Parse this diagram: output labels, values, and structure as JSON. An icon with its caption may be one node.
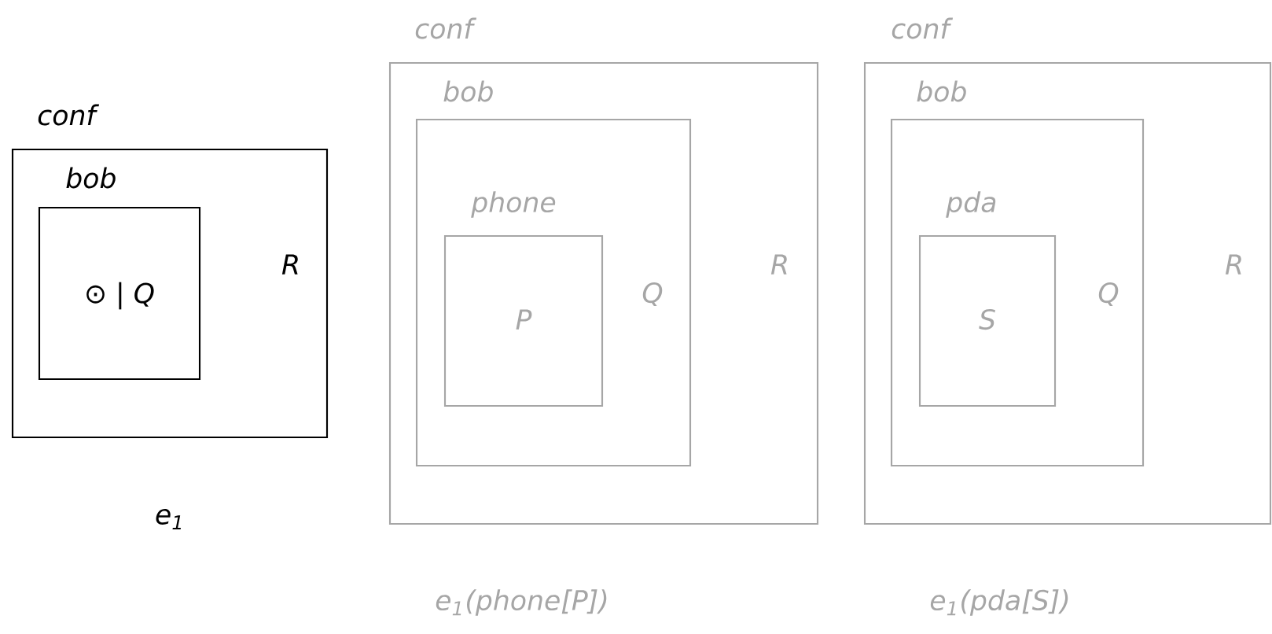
{
  "diagram": {
    "nodes": [
      {
        "text": [
          "conf",
          "R"
        ],
        "beside": [
          "e$_{1}$"
        ]
      },
      {
        "text": [
          "bob",
          "⊙ | Q"
        ],
        "in": 0
      },
      {
        "text": [
          "conf",
          "R"
        ],
        "beside": [
          "e$_{1}$(phone[P])"
        ]
      },
      {
        "text": [
          "bob",
          "Q"
        ],
        "in": 2
      },
      {
        "text": [
          "phone",
          "P"
        ],
        "in": 3
      },
      {
        "text": [
          "conf",
          "R"
        ],
        "beside": [
          "e$_{1}$(pda[S])"
        ]
      },
      {
        "text": [
          "bob",
          "Q"
        ],
        "in": 5
      },
      {
        "text": [
          "pda",
          "S"
        ],
        "in": 6
      }
    ]
  }
}
